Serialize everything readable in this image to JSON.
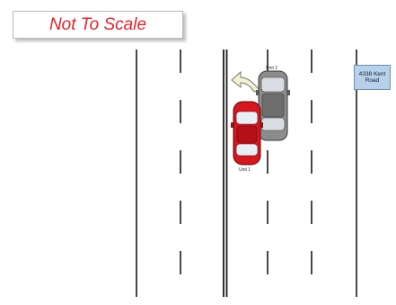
{
  "banner": {
    "text": "Not To Scale",
    "color": "#e8202a"
  },
  "sign": {
    "text": "4338 Kent\nRoad"
  },
  "vehicles": [
    {
      "label": "Unit 1",
      "color": "red"
    },
    {
      "label": "Unit 2",
      "color": "gray"
    }
  ],
  "colors": {
    "unit1": "#d9161f",
    "unit2": "#8c8c8c",
    "arrow": "#f4f1d9",
    "line": "#1a1a1a"
  }
}
